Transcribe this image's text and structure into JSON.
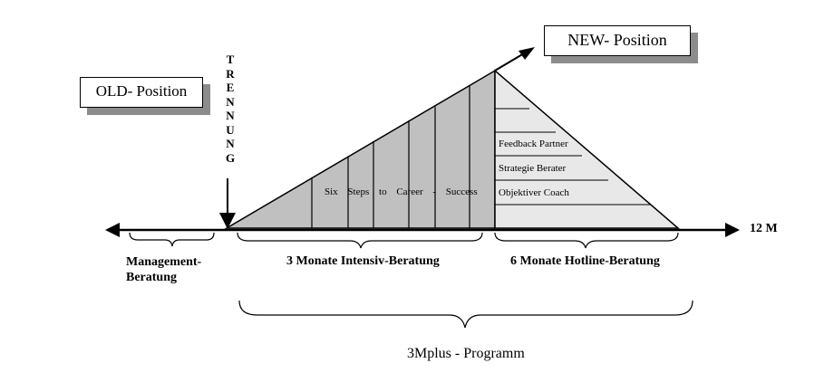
{
  "boxes": {
    "old_position": "OLD- Position",
    "new_position": "NEW- Position"
  },
  "separator": {
    "letters": [
      "T",
      "R",
      "E",
      "N",
      "N",
      "U",
      "N",
      "G"
    ]
  },
  "timeline": {
    "end_label": "12 M"
  },
  "phases": {
    "management": "Management-\nBeratung",
    "intensive": "3 Monate Intensiv-Beratung",
    "hotline": "6 Monate Hotline-Beratung",
    "program": "3Mplus - Programm"
  },
  "triangle": {
    "label": "Six Steps to Career - Success"
  },
  "pyramid": {
    "levels": [
      "Feedback Partner",
      "Strategie Berater",
      "Objektiver Coach"
    ]
  },
  "colors": {
    "fill": "#c0c0c0",
    "pyramid_fill": "#e8e8e8",
    "shadow": "#8c8c8c",
    "line": "#000000"
  }
}
